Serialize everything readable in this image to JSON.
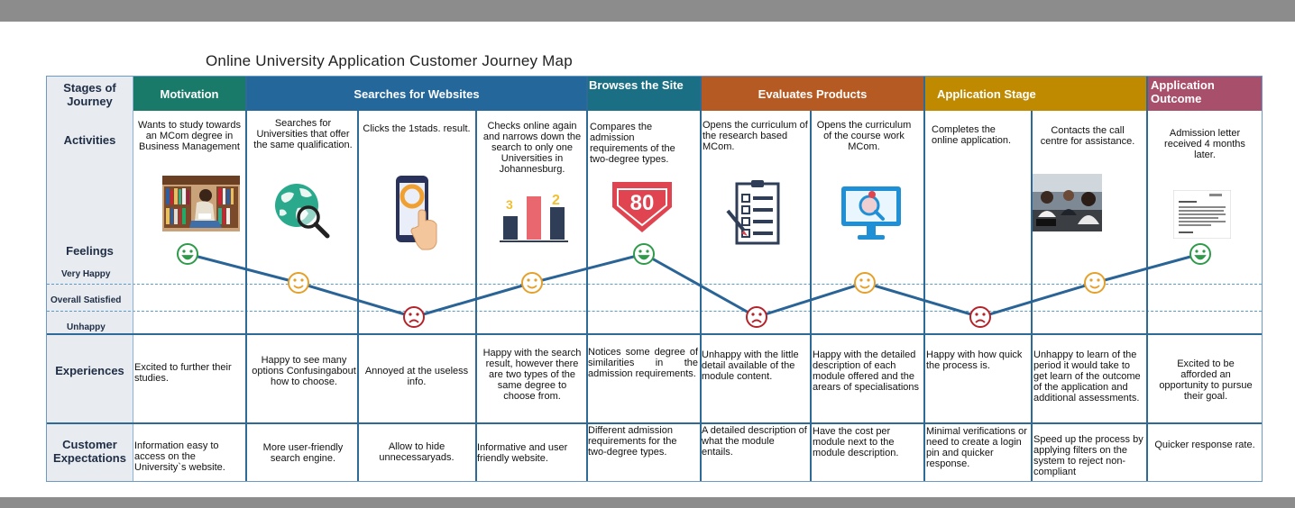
{
  "title": "Online University Application Customer Journey Map",
  "row_labels": {
    "stages": "Stages of Journey",
    "activities": "Activities",
    "feelings": "Feelings",
    "very_happy": "Very Happy",
    "overall_satisfied": "Overall Satisfied",
    "unhappy": "Unhappy",
    "experiences": "Experiences",
    "expectations": "Customer Expectations"
  },
  "stages": [
    {
      "label": "Motivation",
      "color": "#1a7a6a"
    },
    {
      "label": "Searches for Websites",
      "color": "#24679b"
    },
    {
      "label": "Browses the Site",
      "color": "#1a6f85"
    },
    {
      "label": "Evaluates Products",
      "color": "#b55a22"
    },
    {
      "label": "Application Stage",
      "color": "#c08a00"
    },
    {
      "label": "Application Outcome",
      "color": "#a84f6b"
    }
  ],
  "activities": [
    "Wants to study towards an MCom degree in Business Management",
    "Searches for Universities that offer the same qualification.",
    "Clicks the 1stads. result.",
    "Checks online again and narrows down the search to only one Universities in Johannesburg.",
    "Compares the admission requirements of the two-degree types.",
    "Opens the curriculum of the research based MCom.",
    "Opens the curriculum of the course work MCom.",
    "Completes the online application.",
    "Contacts the call centre for assistance.",
    "Admission letter received 4 months later."
  ],
  "icons": [
    "student-reading-photo",
    "globe-search-icon",
    "smartphone-touch-icon",
    "bar-chart-icon",
    "score-arrow-icon",
    "checklist-clipboard-icon",
    "monitor-search-icon",
    "",
    "call-centre-photo",
    "admission-letter-icon"
  ],
  "score_text": "80",
  "chart_numbers": {
    "left": "3",
    "right": "2"
  },
  "feelings": [
    "Very Happy",
    "Overall Satisfied",
    "Unhappy",
    "Overall Satisfied",
    "Very Happy",
    "Unhappy",
    "Overall Satisfied",
    "Unhappy",
    "Overall Satisfied",
    "Very Happy"
  ],
  "face_colors": {
    "Very Happy": "#2e9a4a",
    "Overall Satisfied": "#e5a02a",
    "Unhappy": "#b5232a"
  },
  "experiences": [
    "Excited to further their studies.",
    "Happy to see many options Confusingabout how to choose.",
    "Annoyed at the useless info.",
    "Happy with the search result, however there are two types of the same degree to choose from.",
    "Notices some degree of similarities in the admission requirements.",
    "Unhappy with the little detail available of the module content.",
    "Happy with the detailed description of each module offered and the arears of specialisations",
    "Happy with how quick the process is.",
    "Unhappy to learn of the period it would take to get learn of the outcome of the application and additional assessments.",
    "Excited to be afforded an opportunity to pursue their goal."
  ],
  "expectations": [
    "Information easy to access on the University`s website.",
    "More user-friendly search engine.",
    "Allow to hide unnecessaryads.",
    "Informative and user friendly website.",
    "Different admission requirements for the two-degree types.",
    "A detailed description of what the module entails.",
    "Have the cost per module next to the module description.",
    "Minimal verifications or need to create a login pin and quicker response.",
    "Speed up the process by applying filters on the system to reject non-compliant",
    "Quicker response rate."
  ]
}
